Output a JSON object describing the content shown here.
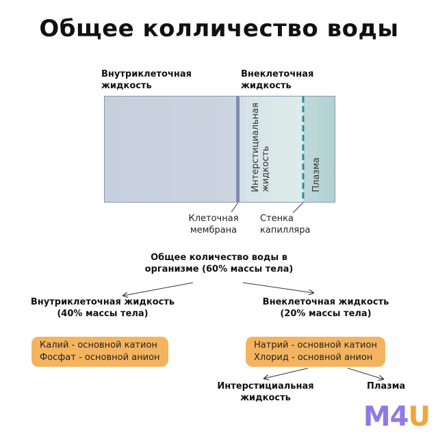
{
  "title": "Общее колличество воды",
  "diagram": {
    "intracellular_label": [
      "Внутриклеточная",
      "жидкость"
    ],
    "extracellular_label": [
      "Внеклеточная",
      "жидкость"
    ],
    "interstitial_vertical": [
      "Интерстициальная",
      "жидкость"
    ],
    "plasma_vertical": "Плазма",
    "membrane_label": [
      "Клеточная",
      "мембрана"
    ],
    "capillary_label": [
      "Стенка",
      "капилляра"
    ]
  },
  "tree": {
    "root": [
      "Общее количество воды в",
      "организме (60% массы тела)"
    ],
    "left": [
      "Внутриклеточная жидкость",
      "(40% массы тела)"
    ],
    "right": [
      "Внеклеточная жидкость",
      "(20% массы тела)"
    ],
    "left_box": [
      "Калий - основной катион",
      "Фосфат - основной анион"
    ],
    "right_box": [
      "Натрий - основной катион",
      "Хлорид - основной анион"
    ],
    "right_children": {
      "interstitial": [
        "Интерстициальная",
        "жидкость"
      ],
      "plasma": "Плазма"
    }
  },
  "logo": {
    "main": "M4",
    "accent": "U"
  },
  "colors": {
    "pill": "#f4b45f",
    "membrane": "#7f8db2",
    "capillary_wall": "#2e8c96",
    "logo_main": "#8e7ae6",
    "logo_accent": "#f2a53a"
  }
}
